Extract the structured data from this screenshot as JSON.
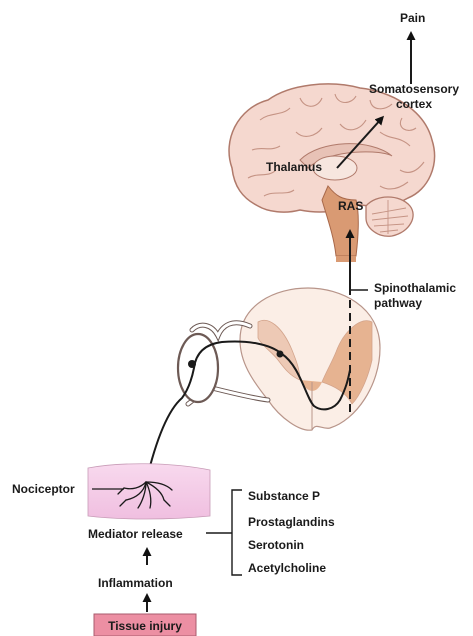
{
  "labels": {
    "pain": "Pain",
    "somatosensory_line1": "Somatosensory",
    "somatosensory_line2": "cortex",
    "thalamus": "Thalamus",
    "ras": "RAS",
    "spinothalamic_line1": "Spinothalamic",
    "spinothalamic_line2": "pathway",
    "nociceptor": "Nociceptor",
    "mediator_release": "Mediator release",
    "inflammation": "Inflammation",
    "tissue_injury": "Tissue injury"
  },
  "mediators": [
    "Substance P",
    "Prostaglandins",
    "Serotonin",
    "Acetylcholine"
  ],
  "colors": {
    "brain_fill": "#f5d8cf",
    "brain_stroke": "#b07a6b",
    "brainstem": "#d99a73",
    "spinal_cord_fill": "#fbeee6",
    "grey_matter": "#e6b391",
    "skin_fill": "#f3c6e6",
    "injury_box_fill": "#ec8fa3",
    "arrow": "#111111"
  }
}
